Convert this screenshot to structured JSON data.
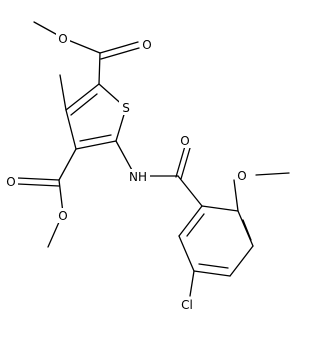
{
  "atoms": {
    "o_ester1_carbonyl": "O",
    "o_ester1_ether": "O",
    "s_ring": "S",
    "o_ester2_carbonyl": "O",
    "o_ester2_ether": "O",
    "nh": "NH",
    "o_amide": "O",
    "o_methoxy": "O",
    "cl": "Cl"
  }
}
